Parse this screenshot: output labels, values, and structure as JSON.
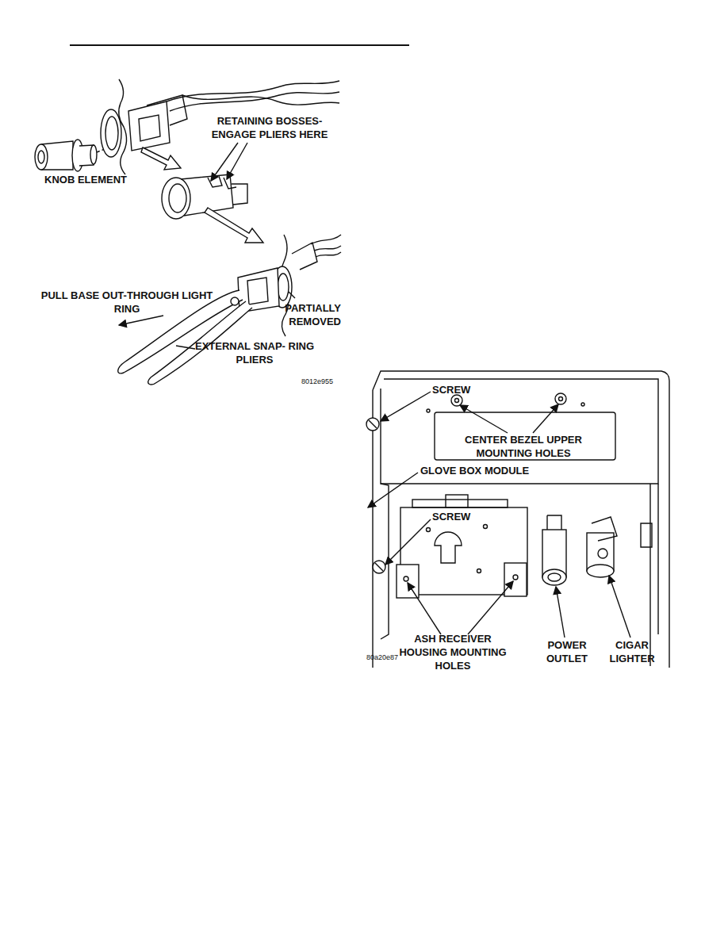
{
  "diagram": {
    "labels": [
      "RETAINING BOSSES- ENGAGE PLIERS HERE",
      "KNOB ELEMENT",
      "PULL BASE OUT-THROUGH LIGHT RING",
      "PARTIALLY REMOVED",
      "EXTERNAL SNAP- RING PLIERS",
      "8012e955",
      "SCREW",
      "CENTER BEZEL UPPER MOUNTING HOLES",
      "GLOVE BOX MODULE",
      "SCREW",
      "ASH RECEIVER HOUSING MOUNTING HOLES",
      "POWER OUTLET",
      "CIGAR LIGHTER",
      "80a20e87"
    ]
  }
}
